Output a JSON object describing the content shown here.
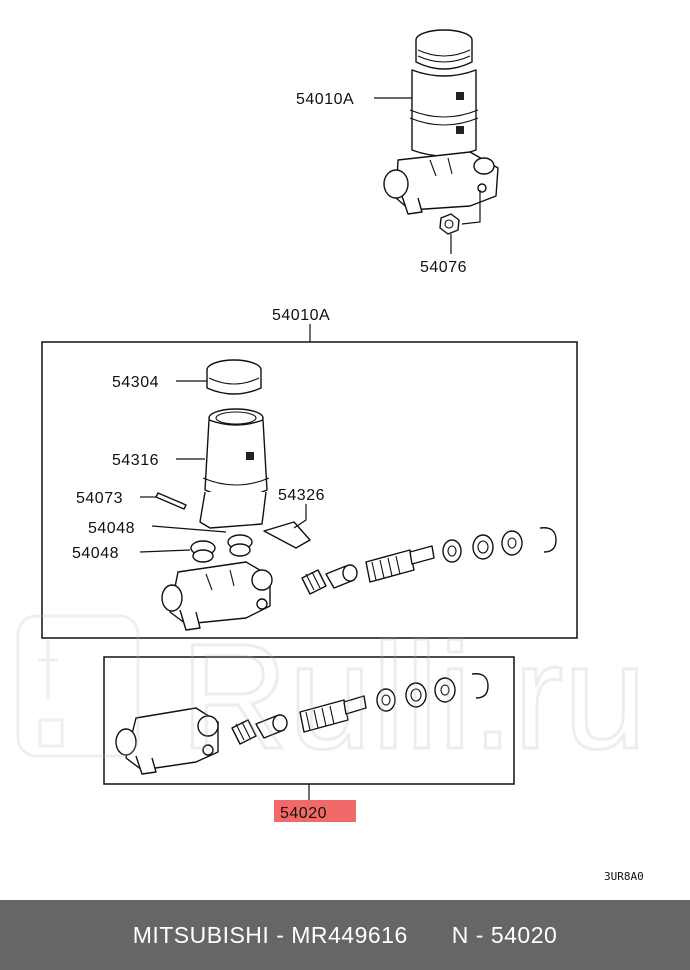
{
  "diagram": {
    "labels": {
      "assembly_top": "54010A",
      "nut": "54076",
      "assembly_box": "54010A",
      "cap": "54304",
      "reservoir": "54316",
      "pin": "54073",
      "grommet_upper": "54048",
      "grommet_lower": "54048",
      "bracket": "54326",
      "kit": "54020"
    },
    "highlight_color": "#f06a6a",
    "diagram_code": "3UR8A0",
    "watermark_text": "Rulli.ru"
  },
  "footer": {
    "brand": "MITSUBISHI - MR449616",
    "ref": "N - 54020"
  }
}
